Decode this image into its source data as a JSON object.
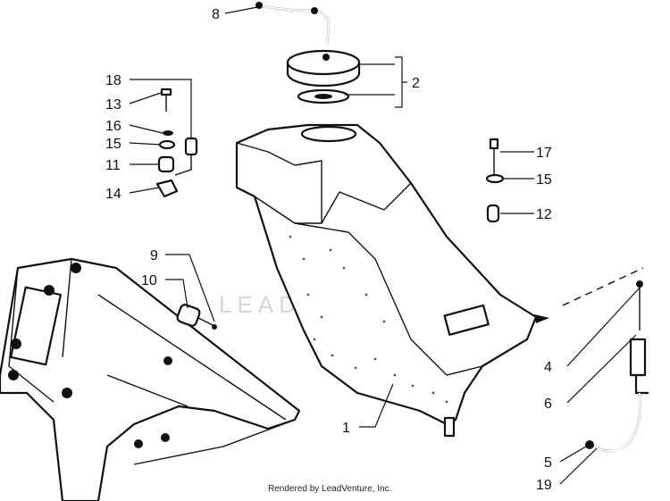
{
  "callouts": [
    {
      "id": "8",
      "text": "8"
    },
    {
      "id": "2",
      "text": "2"
    },
    {
      "id": "18",
      "text": "18"
    },
    {
      "id": "13",
      "text": "13"
    },
    {
      "id": "16",
      "text": "16"
    },
    {
      "id": "15a",
      "text": "15"
    },
    {
      "id": "11",
      "text": "11"
    },
    {
      "id": "14",
      "text": "14"
    },
    {
      "id": "17",
      "text": "17"
    },
    {
      "id": "15b",
      "text": "15"
    },
    {
      "id": "12",
      "text": "12"
    },
    {
      "id": "9",
      "text": "9"
    },
    {
      "id": "10",
      "text": "10"
    },
    {
      "id": "1",
      "text": "1"
    },
    {
      "id": "4",
      "text": "4"
    },
    {
      "id": "6",
      "text": "6"
    },
    {
      "id": "5",
      "text": "5"
    },
    {
      "id": "19",
      "text": "19"
    }
  ],
  "watermark": "LEADVENTURE",
  "footer": "Rendered by LeadVenture, Inc."
}
